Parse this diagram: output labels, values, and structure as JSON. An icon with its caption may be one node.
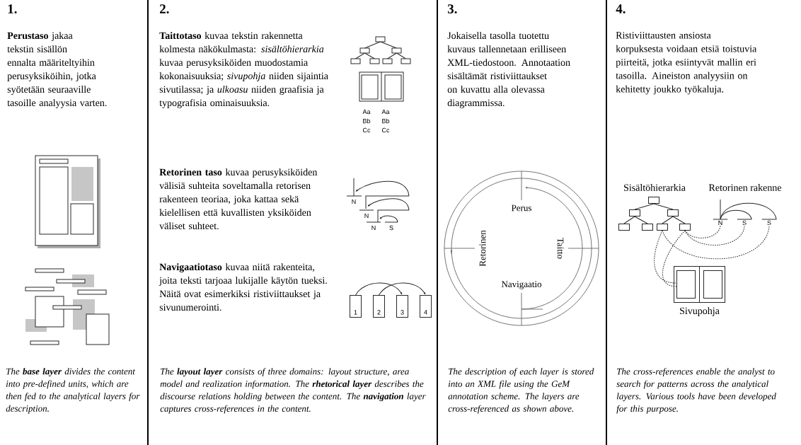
{
  "diagram": {
    "nodes": [
      {
        "text": [
          "1"
        ]
      },
      {
        "text": [
          "2"
        ]
      },
      {
        "text": [
          "3"
        ]
      },
      {
        "text": [
          "4"
        ]
      },
      {
        "text": [],
        "shape": "box"
      },
      {
        "text": [],
        "shape": "box"
      },
      {
        "text": [],
        "shape": "box"
      },
      {
        "text": [],
        "shape": "box"
      },
      {
        "text": [],
        "shape": "box"
      },
      {
        "text": [],
        "shape": "box"
      },
      {
        "text": [],
        "shape": "box"
      },
      {
        "text": [
          "N"
        ]
      },
      {
        "text": [
          "S"
        ]
      },
      {
        "text": [
          "S"
        ]
      },
      {
        "text": [],
        "shape": "box",
        "beside": [
          "Sivupohja"
        ]
      },
      {
        "text": [],
        "shape": "box",
        "in": 14
      },
      {
        "text": [],
        "shape": "box",
        "in": 14
      }
    ],
    "edges": [
      {
        "from": 0,
        "to": 2,
        "arrow": "to"
      },
      {
        "from": 1,
        "to": 3,
        "arrow": "to"
      },
      {
        "from": 4,
        "to": 5,
        "arrow": "none"
      },
      {
        "from": 4,
        "to": 6,
        "arrow": "none"
      },
      {
        "from": 5,
        "to": 7,
        "arrow": "none"
      },
      {
        "from": 5,
        "to": 8,
        "arrow": "none"
      },
      {
        "from": 6,
        "to": 9,
        "arrow": "none"
      },
      {
        "from": 6,
        "to": 10,
        "arrow": "none"
      },
      {
        "from": 11,
        "to": 12,
        "arrow": "none"
      },
      {
        "from": 11,
        "to": 13,
        "arrow": "none"
      },
      {
        "from": 9,
        "to": 15,
        "arrow": "none",
        "style": "dashed"
      },
      {
        "from": 10,
        "to": 15,
        "arrow": "none",
        "style": "dashed"
      },
      {
        "from": 9,
        "to": 13,
        "arrow": "none",
        "style": "dashed"
      },
      {
        "from": 10,
        "to": 12,
        "arrow": "none",
        "style": "dashed"
      },
      {
        "from": 11,
        "to": 10,
        "arrow": "none",
        "style": "dashed"
      }
    ],
    "labels": [
      "1.",
      "**Perustaso** jakaa tekstin sisällön ennalta määriteltyihin perusyksiköihin, jotka syötetään seuraaville tasoille analyysia varten.",
      "2.",
      "**Taittotaso** kuvaa tekstin rakennetta kolmesta näkökulmasta: *sisältöhierarkia* kuvaa perusyksiköiden muodostamia kokonaisuuksia; *sivupohja* niiden sijaintia sivutilassa; ja *ulkoasu* niiden graafisia ja typografisia ominaisuuksia.",
      "Aa",
      "Aa",
      "Bb",
      "Bb",
      "Cc",
      "Cc",
      "**Retorinen taso** kuvaa perusyksiköiden välisiä suhteita soveltamalla retorisen rakenteen teoriaa, joka kattaa sekä kielellisen että kuvallisten yksiköiden väliset suhteet.",
      "N",
      "N",
      "N",
      "S",
      "**Navigaatiotaso** kuvaa niitä rakenteita, joita teksti tarjoaa lukijalle käytön tueksi. Näitä ovat esimerkiksi ristiviittaukset ja sivunumerointi.",
      "3.",
      "Jokaisella tasolla tuotettu kuvaus tallennetaan erilliseen XML-tiedostoon. Annotaation sisältämät ristiviittaukset on kuvattu alla olevassa diagrammissa.",
      "Perus",
      "Retorinen",
      "Taitto",
      "Navigaatio",
      "4.",
      "Ristiviittausten ansiosta korpuksesta voidaan etsiä toistuvia piirteitä, jotka esiintyvät mallin eri tasoilla. Aineiston analyysiin on kehitetty joukko työkaluja.",
      "Sisältöhierarkia",
      "Retorinen rakenne",
      "The **base layer** divides the content into pre-defined units, which are then fed to the analytical layers for description.",
      "The **layout layer** consists of three domains: layout structure, area model and realization information. The **rhetorical layer** describes the discourse relations holding between the content. The **navigation** layer captures cross-references in the content.",
      "The description of each layer is stored into an XML file using the GeM annotation scheme. The layers are cross-referenced as shown above.",
      "The cross-references enable the analyst to search for patterns across the analytical layers. Various tools have been developed for this purpose."
    ]
  }
}
